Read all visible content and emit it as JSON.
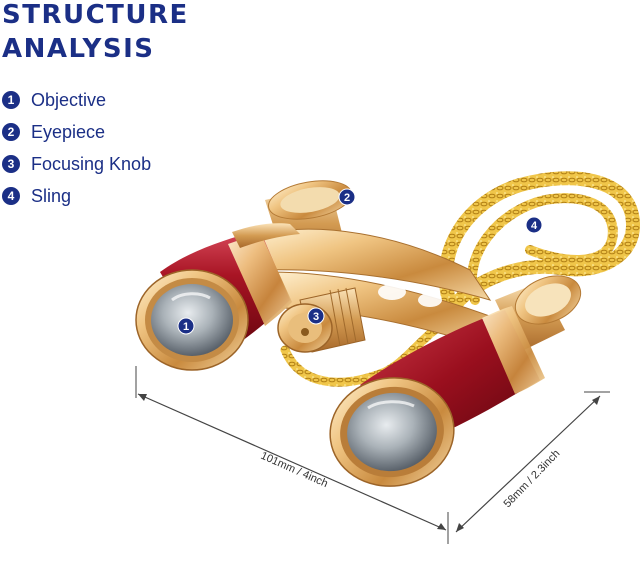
{
  "title": {
    "line1": "STRUCTURE",
    "line2": "ANALYSIS"
  },
  "legend": [
    {
      "number": "1",
      "label": "Objective"
    },
    {
      "number": "2",
      "label": "Eyepiece"
    },
    {
      "number": "3",
      "label": "Focusing Knob"
    },
    {
      "number": "4",
      "label": "Sling"
    }
  ],
  "markers": [
    "1",
    "2",
    "3",
    "4"
  ],
  "dimensions": {
    "width": "101mm / 4inch",
    "depth": "58mm / 2.3inch"
  },
  "colors": {
    "accent": "#1b2f86",
    "body_red": "#a0101c",
    "gold": "#e0a94a",
    "chain": "#e9b93a"
  }
}
